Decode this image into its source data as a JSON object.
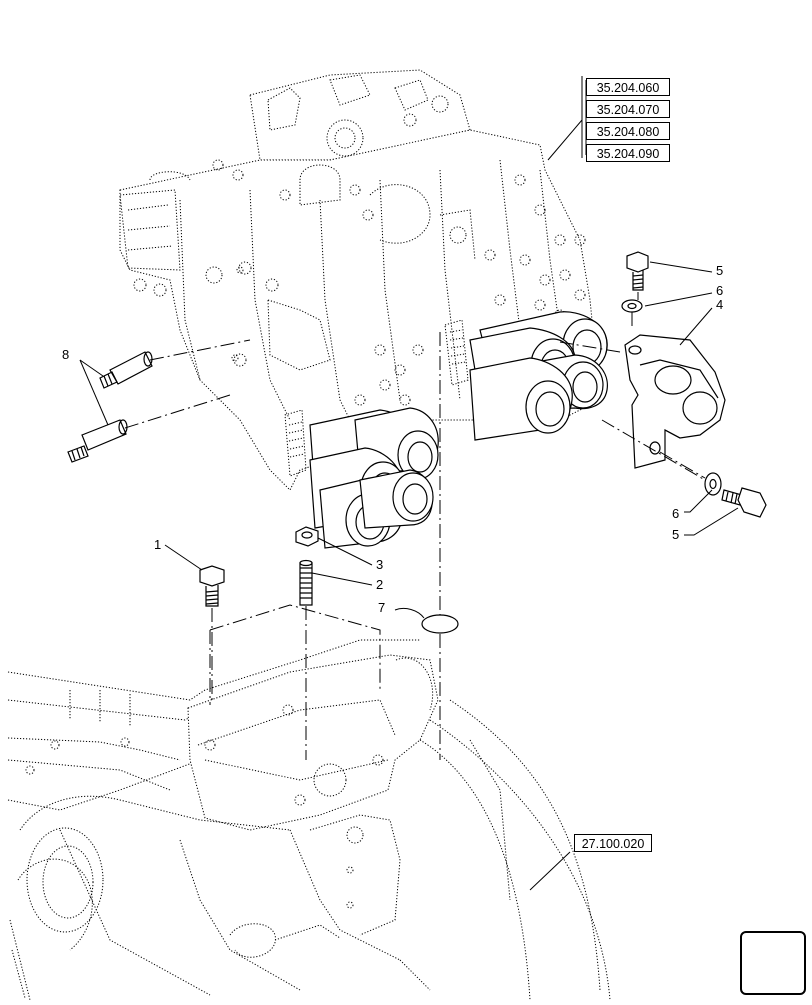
{
  "references": {
    "group": [
      "35.204.060",
      "35.204.070",
      "35.204.080",
      "35.204.090"
    ],
    "frame": "27.100.020"
  },
  "callouts": {
    "c1": "1",
    "c2": "2",
    "c3": "3",
    "c4": "4",
    "c5_top": "5",
    "c6_top": "6",
    "c5_bottom": "5",
    "c6_bottom": "6",
    "c7": "7",
    "c8": "8"
  },
  "icons": {
    "nav": "next-page-arrow-icon"
  }
}
